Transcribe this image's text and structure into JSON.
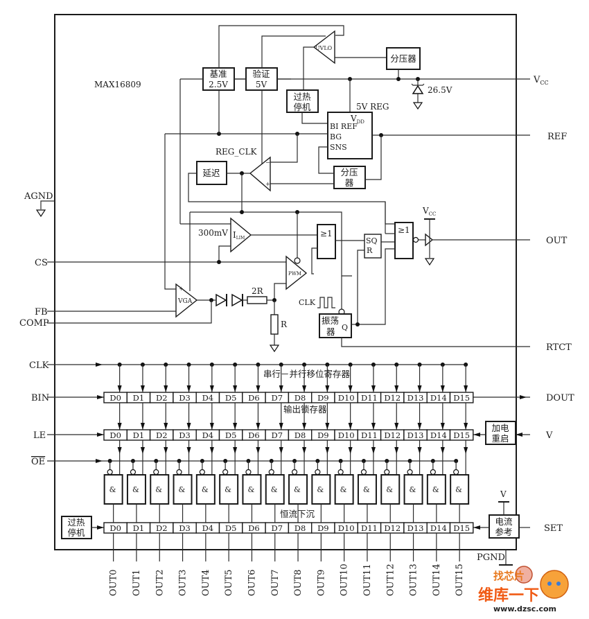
{
  "chip": {
    "name": "MAX16809"
  },
  "pins_left": {
    "agnd": "AGND",
    "cs": "CS",
    "fb": "FB",
    "comp": "COMP",
    "clk": "CLK",
    "bin": "BIN",
    "le": "LE",
    "oe": "OE"
  },
  "pins_right": {
    "vcc": "V",
    "vcc_sub": "CC",
    "ref": "REF",
    "out": "OUT",
    "rtct": "RTCT",
    "dout": "DOUT",
    "v": "V",
    "set": "SET",
    "pgnd": "PGND"
  },
  "blocks": {
    "ref25_l1": "基准",
    "ref25_l2": "2.5V",
    "verify_l1": "验证",
    "verify_l2": "5V",
    "uvlo": "UVLO",
    "divider_top": "分压器",
    "thermal_top_l1": "过热",
    "thermal_top_l2": "停机",
    "zener": "26.5V",
    "reg5v": "5V REG",
    "reg_vdd": "V",
    "reg_vdd_sub": "DD",
    "reg_biref": "BI  REF",
    "reg_bg": "BG",
    "reg_sns": "SNS",
    "reg_clk": "REG_CLK",
    "delay": "延迟",
    "divider_mid_l1": "分压",
    "divider_mid_l2": "器",
    "v300": "300mV",
    "ilim": "I",
    "ilim_sub": "LIM",
    "pwm": "PWM",
    "or1": "≥1",
    "or2": "≥1",
    "sr_s": "SQ",
    "sr_r": "R",
    "vga": "VGA",
    "res_2r": "2R",
    "res_r": "R",
    "clk_wave": "CLK",
    "osc_l1": "振荡",
    "osc_l2": "器",
    "osc_q": "Q",
    "out_vcc": "V",
    "out_vcc_sub": "CC"
  },
  "registers": {
    "shift_label": "串行－并行移位寄存器",
    "latch_label": "输出锁存器",
    "sink_label": "恒流下沉",
    "cells": [
      "D0",
      "D1",
      "D2",
      "D3",
      "D4",
      "D5",
      "D6",
      "D7",
      "D8",
      "D9",
      "D10",
      "D11",
      "D12",
      "D13",
      "D14",
      "D15"
    ],
    "and_symbol": "&",
    "power_on_l1": "加电",
    "power_on_l2": "重启",
    "thermal_l1": "过热",
    "thermal_l2": "停机",
    "current_ref_l1": "电流",
    "current_ref_l2": "参考",
    "set_v": "V"
  },
  "outputs": [
    "OUT0",
    "OUT1",
    "OUT2",
    "OUT3",
    "OUT4",
    "OUT5",
    "OUT6",
    "OUT7",
    "OUT8",
    "OUT9",
    "OUT10",
    "OUT11",
    "OUT12",
    "OUT13",
    "OUT14",
    "OUT15"
  ],
  "watermark": {
    "line1": "找芯片",
    "line2": "维库一下",
    "url": "www.dzsc.com",
    "color": "#f05a14"
  }
}
